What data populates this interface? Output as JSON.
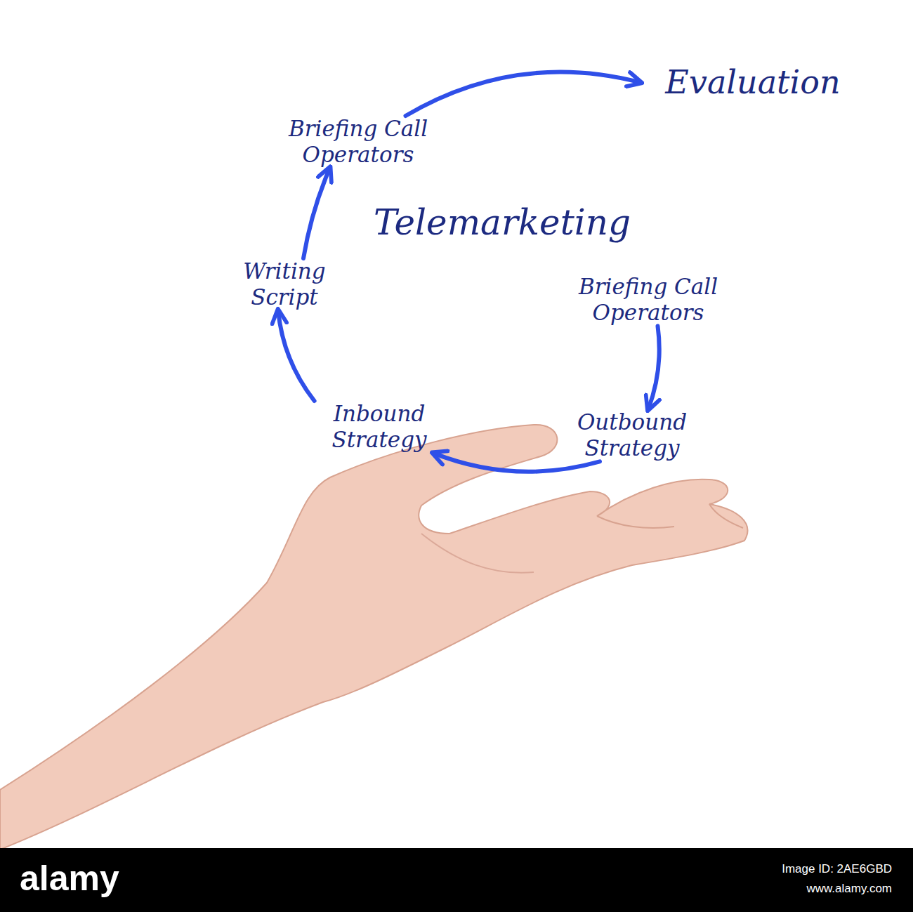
{
  "diagram": {
    "title": "Telemarketing",
    "nodes": [
      {
        "text": [
          "Briefing Call Operators"
        ]
      },
      {
        "text": [
          "Outbound Strategy"
        ]
      },
      {
        "text": [
          "Inbound Strategy"
        ]
      },
      {
        "text": [
          "Writing Script"
        ]
      },
      {
        "text": [
          "Briefing Call Operators"
        ]
      },
      {
        "text": [
          "Evaluation"
        ]
      }
    ],
    "edges": [
      {
        "from": 0,
        "to": 1,
        "arrow": "to"
      },
      {
        "from": 1,
        "to": 2,
        "arrow": "to"
      },
      {
        "from": 2,
        "to": 3,
        "arrow": "to"
      },
      {
        "from": 3,
        "to": 4,
        "arrow": "to"
      },
      {
        "from": 4,
        "to": 5,
        "arrow": "to"
      }
    ],
    "labels": [
      "alamy",
      "Image ID: 2AE6GBD",
      "www.alamy.com"
    ]
  }
}
